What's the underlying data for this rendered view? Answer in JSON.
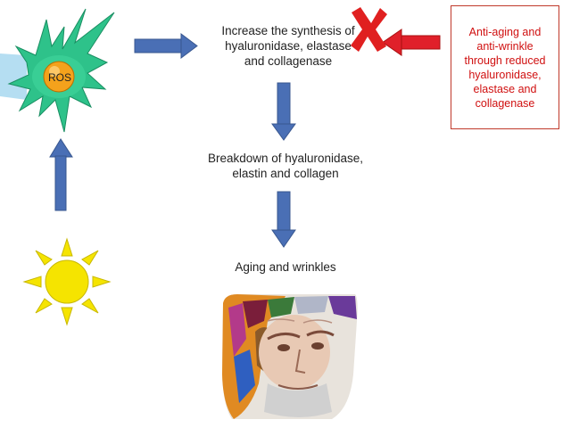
{
  "steps": {
    "synthesis": "Increase the synthesis of\nhyaluronidase,  elastase\nand collagenase",
    "breakdown": "Breakdown of hyaluronidase,\nelastin and collagen",
    "outcome": "Aging and wrinkles"
  },
  "cell": {
    "label": "ROS"
  },
  "callout": {
    "text": "Anti-aging and\nanti-wrinkle\nthrough reduced\nhyaluronidase,\nelastase and\ncollagenase"
  },
  "colors": {
    "arrow_blue": "#4a6fb5",
    "arrow_red": "#e0202a",
    "cross_red": "#e02020",
    "sun_yellow": "#f5e400",
    "cell_green": "#2ec28a",
    "callout_border": "#c0392b"
  },
  "icons": [
    "cell-ros-icon",
    "sun-icon",
    "red-cross-icon",
    "aging-face-image"
  ]
}
